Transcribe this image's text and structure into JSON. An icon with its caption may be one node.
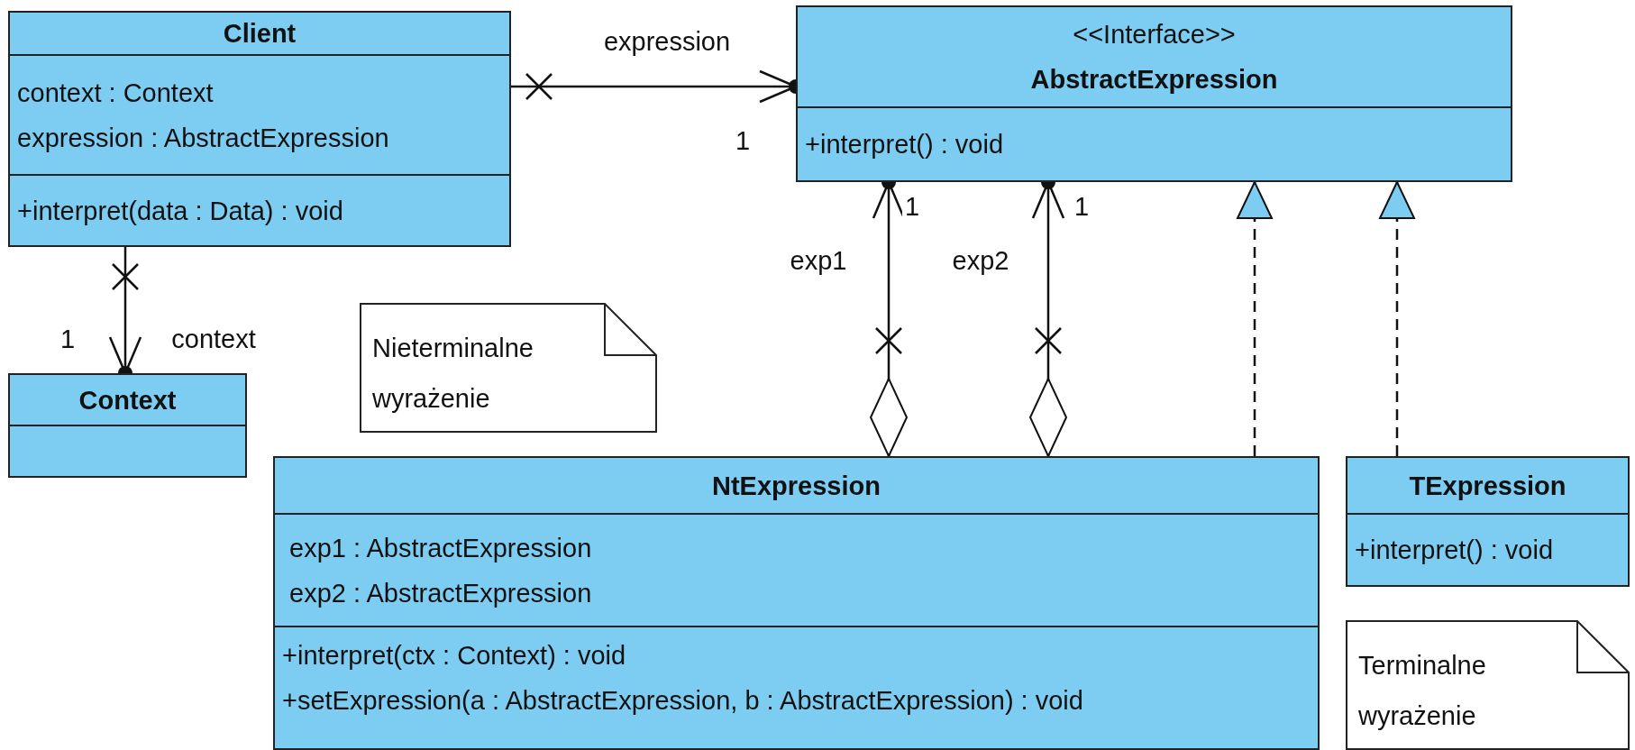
{
  "diagram": {
    "nodes": [
      {
        "text": [
          "Client",
          "context : Context",
          "expression : AbstractExpression",
          "+interpret(data : Data) : void"
        ]
      },
      {
        "text": [
          "<<Interface>>",
          "AbstractExpression",
          "+interpret() : void"
        ]
      },
      {
        "text": [
          "Context"
        ]
      },
      {
        "text": [
          "Nieterminalne wyrażenie"
        ]
      },
      {
        "text": [
          "NtExpression",
          "exp1 : AbstractExpression",
          "exp2 : AbstractExpression",
          "+interpret(ctx : Context) : void",
          "+setExpression(a : AbstractExpression, b : AbstractExpression) : void"
        ]
      },
      {
        "text": [
          "TExpression",
          "+interpret() : void"
        ]
      },
      {
        "text": [
          "Terminalne wyrażenie"
        ]
      }
    ],
    "edges": [
      {
        "from": 0,
        "to": 1,
        "arrow": "to",
        "label": "expression"
      },
      {
        "from": 0,
        "to": 2,
        "arrow": "to",
        "label": "context"
      },
      {
        "from": 4,
        "to": 1,
        "arrow": "to",
        "label": "exp1"
      },
      {
        "from": 4,
        "to": 1,
        "arrow": "to",
        "label": "exp2"
      },
      {
        "from": 4,
        "to": 1,
        "arrow": "to",
        "style": "dashed"
      },
      {
        "from": 5,
        "to": 1,
        "arrow": "to",
        "style": "dashed"
      }
    ],
    "labels": [
      "1",
      "1",
      "1",
      "1"
    ]
  }
}
